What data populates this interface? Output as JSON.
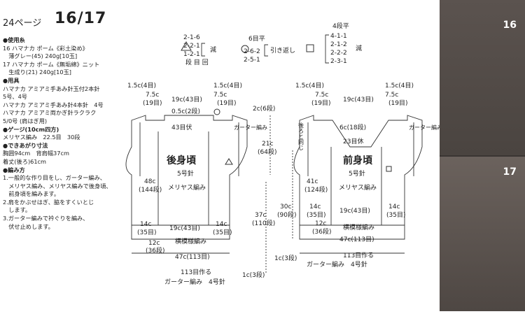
{
  "header": {
    "page_label": "24ページ",
    "pattern_number": "16/17"
  },
  "left_lines": [
    {
      "t": "●使用糸",
      "sec": true
    },
    {
      "t": "16 ハマナカ ポーム《彩土染め》"
    },
    {
      "t": "　薄グレー(45) 240g[10玉]"
    },
    {
      "t": "17 ハマナカ ポーム《無垢綿》ニット"
    },
    {
      "t": "　生成り(21) 240g[10玉]"
    },
    {
      "t": "●用具",
      "sec": true
    },
    {
      "t": "ハマナカ アミアミ手あみ針玉付2本針"
    },
    {
      "t": "5号、4号"
    },
    {
      "t": "ハマナカ アミアミ手あみ針4本針　4号"
    },
    {
      "t": "ハマナカ アミアミ両かぎ針ラクラク"
    },
    {
      "t": "5/0号 (肩はぎ用)"
    },
    {
      "t": "●ゲージ(10cm四方)",
      "sec": true
    },
    {
      "t": "メリヤス編み　22.5目　30段"
    },
    {
      "t": "●できあがり寸法",
      "sec": true
    },
    {
      "t": "胸囲94cm　背肩幅37cm"
    },
    {
      "t": "着丈(後ろ)61cm"
    },
    {
      "t": "●編み方",
      "sec": true
    },
    {
      "t": "1.一般的な作り目をし、ガーター編み、"
    },
    {
      "t": "　メリヤス編み、メリヤス編みで後身頃、"
    },
    {
      "t": "　前身頃を編みます。"
    },
    {
      "t": "2.肩をかぶせはぎ、脇をすくいとじ"
    },
    {
      "t": "　します。"
    },
    {
      "t": "3.ガーター編みで衿ぐりを編み、"
    },
    {
      "t": "　伏せ止めします。"
    }
  ],
  "legend": {
    "tri_rows": [
      "2-1-6",
      "2-2-1",
      "1-2-1"
    ],
    "tri_caption": "段 目 回",
    "tri_suffix": "減",
    "circ_top": "6目平",
    "circ_rows": [
      "2-6-2",
      "2-5-1"
    ],
    "circ_suffix": "引き返し",
    "sq_top": "4段平",
    "sq_rows": [
      "4-1-1",
      "2-1-2",
      "2-2-2",
      "2-3-1"
    ],
    "sq_suffix": "減"
  },
  "back": {
    "title": "後身頃",
    "needle": "5号針",
    "stitch": "メリヤス編み",
    "shoulder_outer": "1.5c(4目)",
    "shoulder_inner": "7.5c",
    "shoulder_sts": "(19目)",
    "neck": "19c(43目)",
    "neck_depth": "0.5c(2段)",
    "neck_bind": "43目伏",
    "garter_side": "ガーター編み",
    "armhole_depth": "2c(6段)",
    "armhole_len": "21c",
    "armhole_rows": "(64段)",
    "body_len": "48c",
    "body_rows": "(144段)",
    "side_panel": "14c",
    "side_sts": "(35目)",
    "center_panel": "19c(43目)",
    "hem_depth": "12c",
    "hem_rows": "(36段)",
    "hem_pattern": "横模様編み",
    "width": "47c(113目)",
    "cast_on": "113目作る",
    "garter_hem": "ガーター編み　4号針",
    "hem_edge": "1c(3段)",
    "total_len": "37c",
    "total_rows": "(110段)"
  },
  "front": {
    "title": "前身頃",
    "needle": "5号針",
    "stitch": "メリヤス編み",
    "shoulder_outer": "1.5c(4目)",
    "shoulder_inner": "7.5c",
    "shoulder_sts": "(19目)",
    "neck": "19c(43目)",
    "back_same": "後ろと同じ",
    "neck_depth": "6c(18段)",
    "neck_hold": "23目休",
    "garter_side": "ガーター編み",
    "body_len": "41c",
    "body_rows": "(124段)",
    "side_panel": "14c",
    "side_sts": "(35目)",
    "center_panel": "19c(43目)",
    "hem_depth": "12c",
    "hem_rows": "(36段)",
    "hem_pattern": "横模様編み",
    "width": "47c(113目)",
    "cast_on": "113目作る",
    "garter_hem": "ガーター編み　4号針",
    "hem_edge": "1c(3段)",
    "total_len": "30c",
    "total_rows": "(90段)"
  },
  "photos": {
    "top_label": "16",
    "bottom_label": "17"
  }
}
